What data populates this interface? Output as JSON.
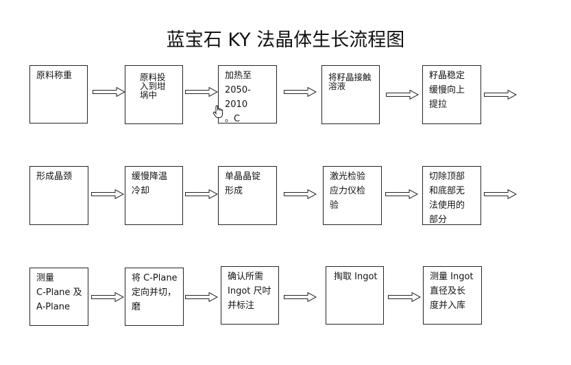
{
  "title": "蓝宝石 KY 法晶体生长流程图",
  "rows": [
    {
      "steps": [
        "原料称重",
        "原料投\n入到坩\n埚中",
        "加热至\n2050-2010\n。C",
        "将籽晶接触\n溶液",
        "籽晶稳定\n缓慢向上\n提拉"
      ]
    },
    {
      "steps": [
        "形成晶颈",
        "缓慢降温\n冷却",
        "单晶晶锭\n形成",
        "激光检验\n应力仪检\n验",
        "切除顶部\n和底部无\n法使用的\n部分"
      ]
    },
    {
      "steps": [
        "测量\nC-Plane 及\nA-Plane",
        "将 C-Plane\n定向并切，\n磨",
        "确认所需\nIngot 尺吋\n并标注",
        "掏取 Ingot",
        "测量 Ingot\n直径及长\n度并入库"
      ]
    }
  ],
  "colors": {
    "line": "#222222",
    "background": "#ffffff"
  },
  "cursor_icon": "hand-pointer-icon"
}
